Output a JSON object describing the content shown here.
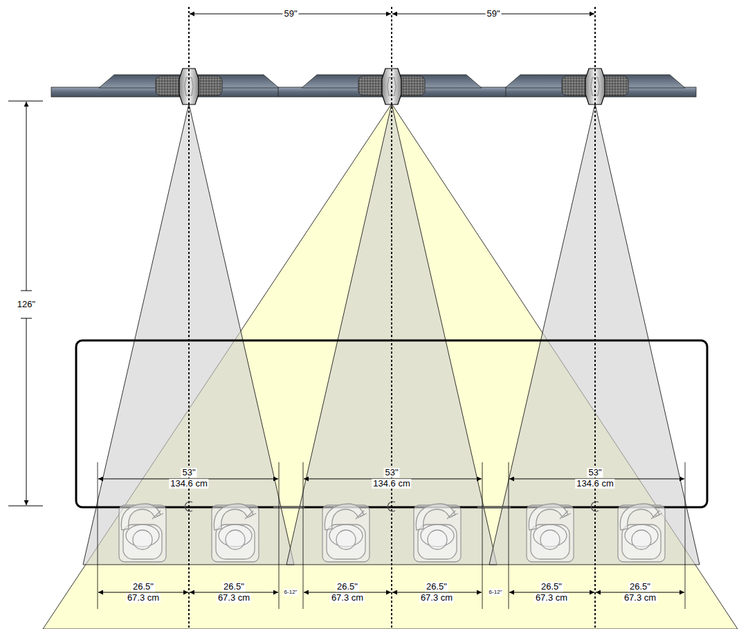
{
  "diagram": {
    "labels": [
      "59\"",
      "59\"",
      "126\"",
      "53\"",
      "134.6 cm",
      "53\"",
      "134.6 cm",
      "53\"",
      "134.6 cm",
      "26.5\"",
      "67.3 cm",
      "26.5\"",
      "67.3 cm",
      "6-12\"",
      "26.5\"",
      "67.3 cm",
      "26.5\"",
      "67.3 cm",
      "6-12\"",
      "26.5\"",
      "67.3 cm",
      "26.5\"",
      "67.3 cm"
    ]
  }
}
